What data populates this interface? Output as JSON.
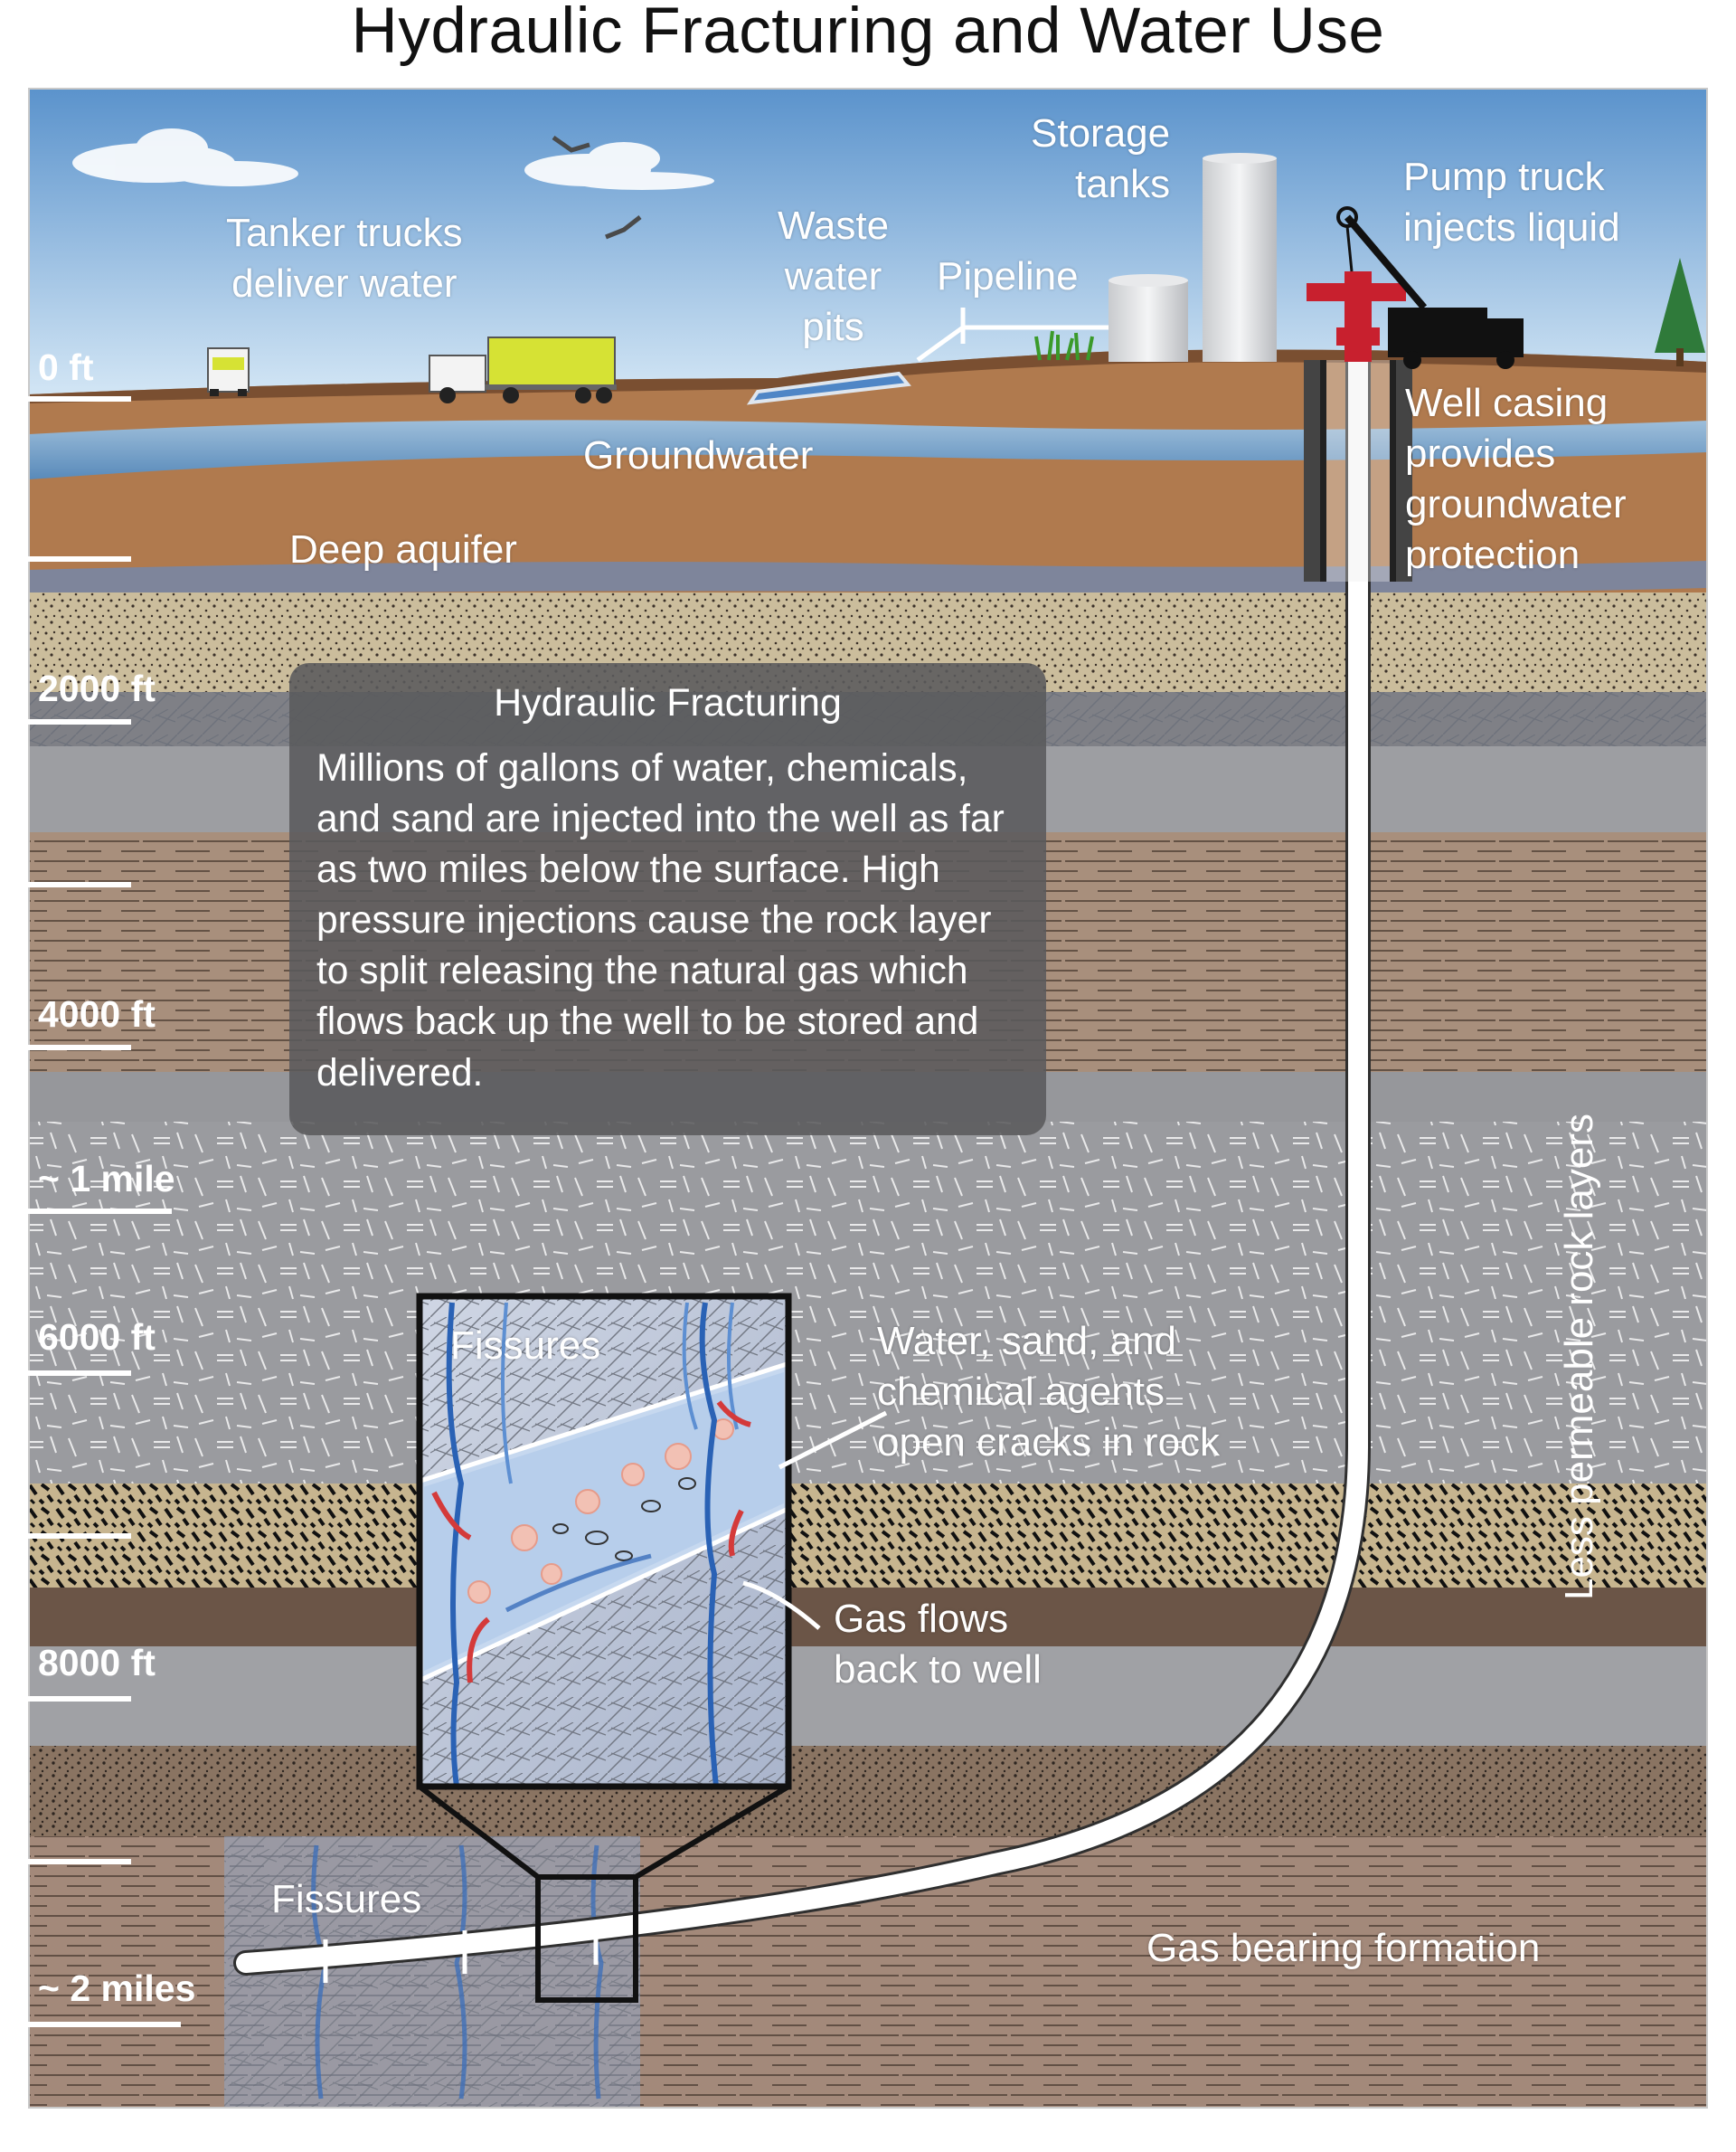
{
  "title": "Hydraulic Fracturing and Water Use",
  "labels": {
    "tanker_trucks": "Tanker trucks\ndeliver water",
    "waste_water_pits": "Waste\nwater\npits",
    "pipeline": "Pipeline",
    "storage_tanks": "Storage\ntanks",
    "pump_truck": "Pump truck\ninjects liquid",
    "well_casing": "Well casing\nprovides\ngroundwater\nprotection",
    "groundwater": "Groundwater",
    "deep_aquifer": "Deep aquifer",
    "less_permeable": "Less permeable rock layers",
    "fissures_inset": "Fissures",
    "water_sand": "Water, sand, and\nchemical agents\nopen cracks in rock",
    "gas_flows": "Gas flows\nback to well",
    "fissures_bottom": "Fissures",
    "gas_bearing": "Gas bearing formation"
  },
  "depth_scale": [
    "0 ft",
    "2000 ft",
    "4000 ft",
    "~ 1 mile",
    "6000 ft",
    "8000 ft",
    "~ 2 miles"
  ],
  "info_box": {
    "title": "Hydraulic Fracturing",
    "body": "Millions of gallons of water, chemicals, and sand are injected into the well as far as two miles below the surface. High pressure injections cause the rock layer to split releasing the natural gas which flows back up the well to be stored and delivered."
  },
  "colors": {
    "sky_top": "#5b93cc",
    "sky_bottom": "#cfe3f3",
    "soil": "#b07a4e",
    "groundwater": "#6fa8d8",
    "sand_layer": "#cbbd9c",
    "shale_gray": "#9d9ea2",
    "brown_rock": "#a88f7c",
    "dark_band": "#6b5547",
    "wellhead_red": "#c8202e",
    "truck_yellow": "#d6e234"
  }
}
